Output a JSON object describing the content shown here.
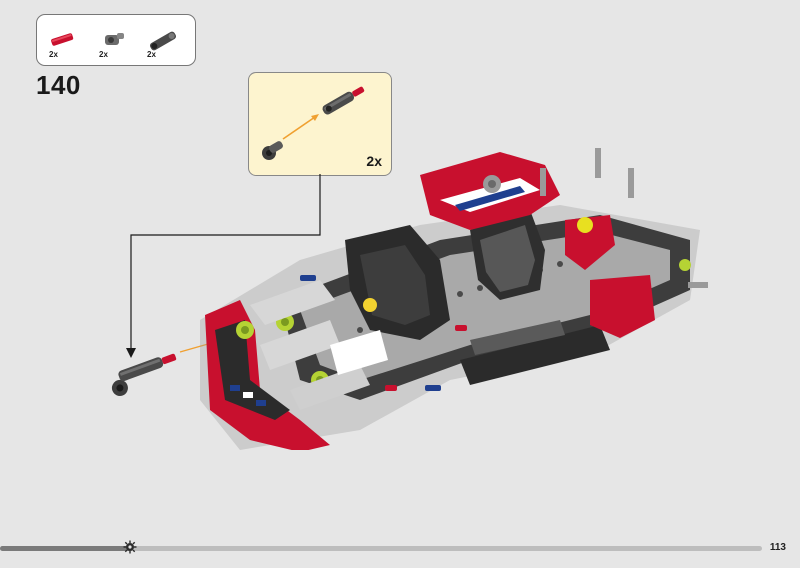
{
  "parts_list": [
    {
      "name": "red-axle-pin",
      "quantity": "2x",
      "color": "#c8102e"
    },
    {
      "name": "gray-connector",
      "quantity": "2x",
      "color": "#6b6b6b"
    },
    {
      "name": "gray-ball-joint-arm",
      "quantity": "2x",
      "color": "#4a4a4a"
    }
  ],
  "step": {
    "number": "140"
  },
  "callout": {
    "quantity": "2x"
  },
  "page": {
    "number": "113",
    "progress": 0.17
  },
  "colors": {
    "accent_red": "#c8102e",
    "dark_gray": "#3d3d3d",
    "light_gray": "#a9a9a9",
    "lime": "#b5d334",
    "blue": "#1f3f8f",
    "arrow": "#f0a030"
  }
}
